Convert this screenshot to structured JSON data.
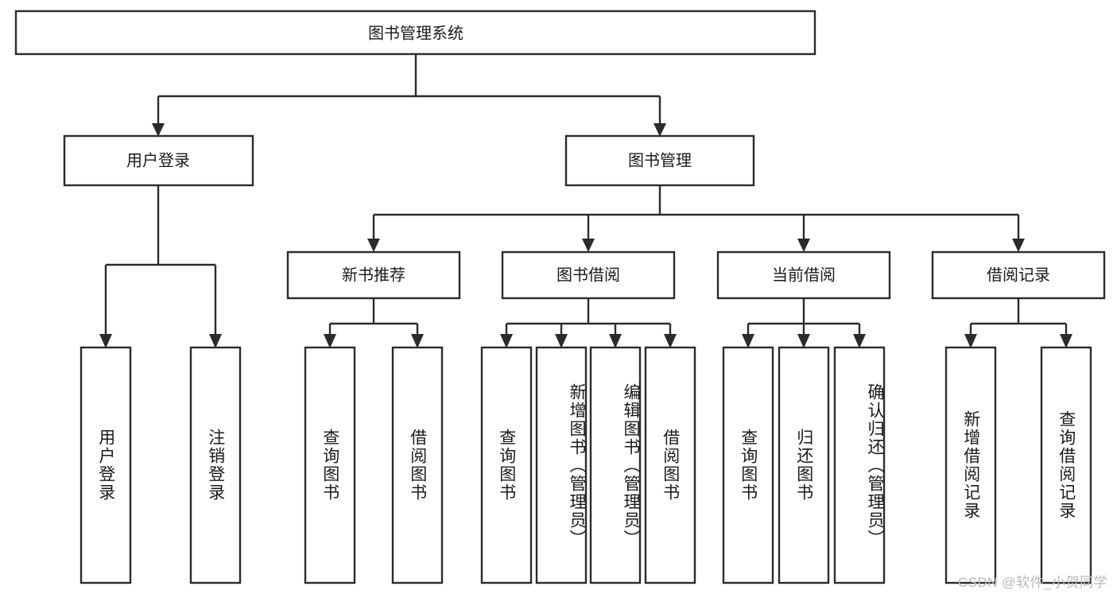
{
  "diagram": {
    "type": "tree-hierarchy",
    "title": "图书管理系统",
    "root": {
      "label": "图书管理系统"
    },
    "level2": [
      {
        "id": "user-login",
        "label": "用户登录"
      },
      {
        "id": "book-manage",
        "label": "图书管理"
      }
    ],
    "level3": [
      {
        "id": "new-book-rec",
        "label": "新书推荐",
        "parent": "book-manage"
      },
      {
        "id": "book-borrow",
        "label": "图书借阅",
        "parent": "book-manage"
      },
      {
        "id": "current-borrow",
        "label": "当前借阅",
        "parent": "book-manage"
      },
      {
        "id": "borrow-record",
        "label": "借阅记录",
        "parent": "book-manage"
      }
    ],
    "leaves": [
      {
        "id": "leaf-user-login",
        "label": "用户登录",
        "parent": "user-login"
      },
      {
        "id": "leaf-logout-login",
        "label": "注销登录",
        "parent": "user-login"
      },
      {
        "id": "leaf-query-book-1",
        "label": "查询图书",
        "parent": "new-book-rec"
      },
      {
        "id": "leaf-borrow-book-1",
        "label": "借阅图书",
        "parent": "new-book-rec"
      },
      {
        "id": "leaf-query-book-2",
        "label": "查询图书",
        "parent": "book-borrow"
      },
      {
        "id": "leaf-add-book",
        "label": "新增图书（管理员）",
        "parent": "book-borrow"
      },
      {
        "id": "leaf-edit-book",
        "label": "编辑图书（管理员）",
        "parent": "book-borrow"
      },
      {
        "id": "leaf-borrow-book-2",
        "label": "借阅图书",
        "parent": "book-borrow"
      },
      {
        "id": "leaf-query-book-3",
        "label": "查询图书",
        "parent": "current-borrow"
      },
      {
        "id": "leaf-return-book",
        "label": "归还图书",
        "parent": "current-borrow"
      },
      {
        "id": "leaf-confirm-return",
        "label": "确认归还（管理员）",
        "parent": "current-borrow"
      },
      {
        "id": "leaf-add-record",
        "label": "新增借阅记录",
        "parent": "borrow-record"
      },
      {
        "id": "leaf-query-record",
        "label": "查询借阅记录",
        "parent": "borrow-record"
      }
    ],
    "colors": {
      "stroke": "#2b2b2b",
      "fill": "#ffffff",
      "text": "#1a1a1a",
      "watermark": "#b9b9b9",
      "background": "#ffffff"
    }
  },
  "watermark": {
    "text": "CSDN @软件_小贺同学"
  }
}
